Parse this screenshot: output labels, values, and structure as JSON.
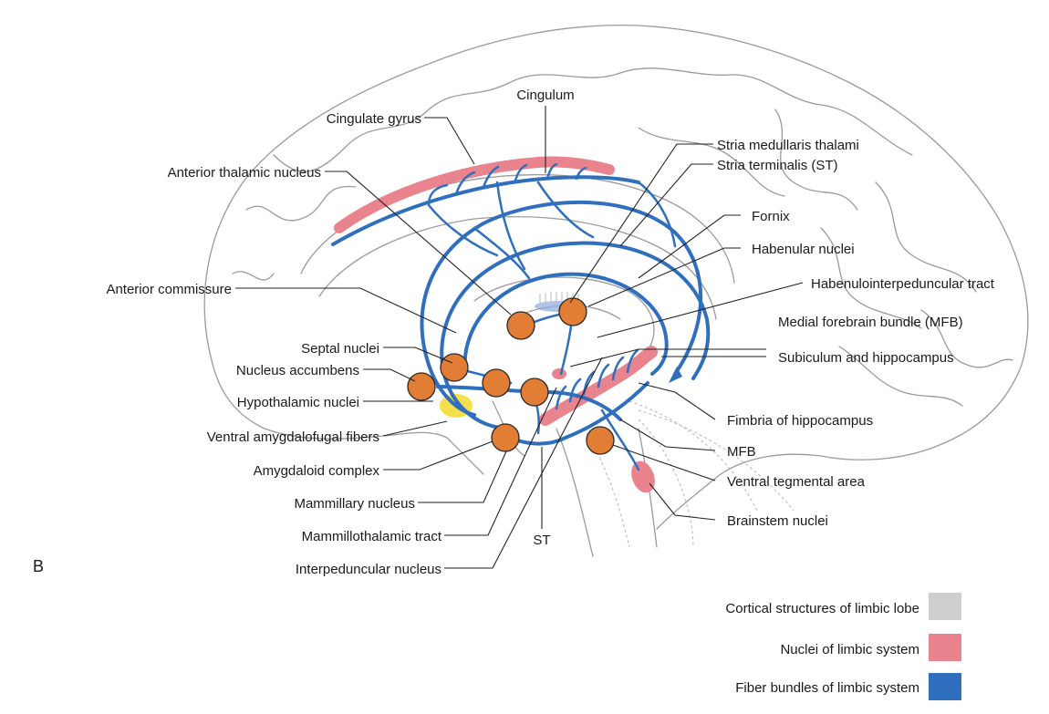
{
  "panel_label": "B",
  "colors": {
    "cortical": "#cfcfcf",
    "nuclei": "#e9848f",
    "fibers": "#2f6fbd",
    "nucleus_marker": "#e17d34",
    "hypothalamus": "#f3e04a"
  },
  "labels": {
    "cingulum": "Cingulum",
    "cingulate_gyrus": "Cingulate gyrus",
    "anterior_thalamic_nucleus": "Anterior thalamic nucleus",
    "anterior_commissure": "Anterior commissure",
    "septal_nuclei": "Septal nuclei",
    "nucleus_accumbens": "Nucleus accumbens",
    "hypothalamic_nuclei": "Hypothalamic nuclei",
    "ventral_amygdalofugal_fibers": "Ventral amygdalofugal fibers",
    "amygdaloid_complex": "Amygdaloid complex",
    "mammillary_nucleus": "Mammillary nucleus",
    "mammillothalamic_tract": "Mammillothalamic tract",
    "interpeduncular_nucleus": "Interpeduncular nucleus",
    "st_bottom": "ST",
    "stria_medullaris_thalami": "Stria medullaris thalami",
    "stria_terminalis": "Stria terminalis (ST)",
    "fornix": "Fornix",
    "habenular_nuclei": "Habenular nuclei",
    "habenulointerpeduncular_tract": "Habenulointerpeduncular tract",
    "medial_forebrain_bundle": "Medial forebrain bundle (MFB)",
    "subiculum_hippocampus": "Subiculum and hippocampus",
    "fimbria_hippocampus": "Fimbria of hippocampus",
    "mfb": "MFB",
    "ventral_tegmental_area": "Ventral tegmental area",
    "brainstem_nuclei": "Brainstem nuclei"
  },
  "legend": [
    {
      "label": "Cortical structures of limbic lobe",
      "color_key": "cortical"
    },
    {
      "label": "Nuclei of limbic system",
      "color_key": "nuclei"
    },
    {
      "label": "Fiber bundles of limbic system",
      "color_key": "fibers"
    }
  ]
}
